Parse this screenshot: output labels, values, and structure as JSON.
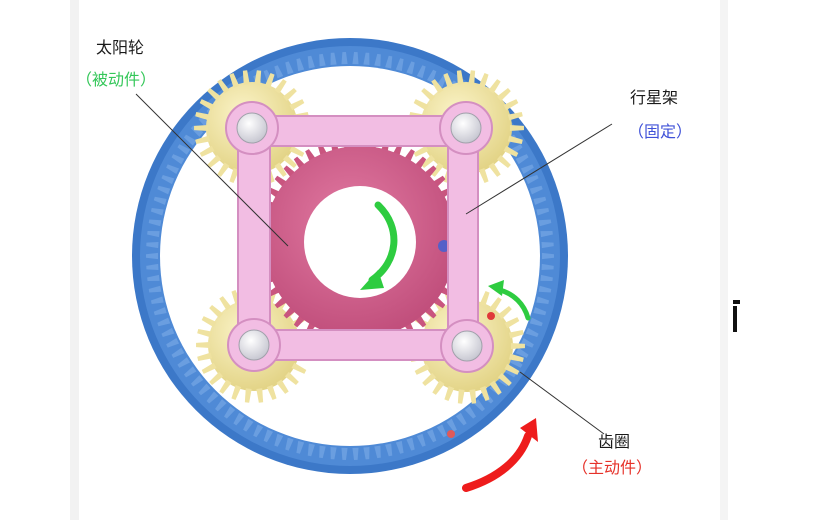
{
  "labels": {
    "sun": {
      "name": "太阳轮",
      "role": "（被动件）"
    },
    "carrier": {
      "name": "行星架",
      "role": "（固定）"
    },
    "ring": {
      "name": "齿圈",
      "role": "（主动件）"
    }
  },
  "colors": {
    "ring_outer": "#3f7fd0",
    "ring_teeth": "#5b93db",
    "sun_gear": "#d2608c",
    "planet_gear": "#f1e6a4",
    "carrier": "#efb6e0",
    "arrow_green": "#2ecc40",
    "arrow_red": "#ee1c1c",
    "label_sun_role": "#34c759",
    "label_carrier_role": "#3f51d8",
    "label_ring_role": "#e6322a"
  },
  "icons": {
    "sun_rotation": "green-curved-arrow-icon",
    "planet_rotation": "green-curved-arrow-icon",
    "ring_rotation": "red-curved-arrow-icon"
  }
}
